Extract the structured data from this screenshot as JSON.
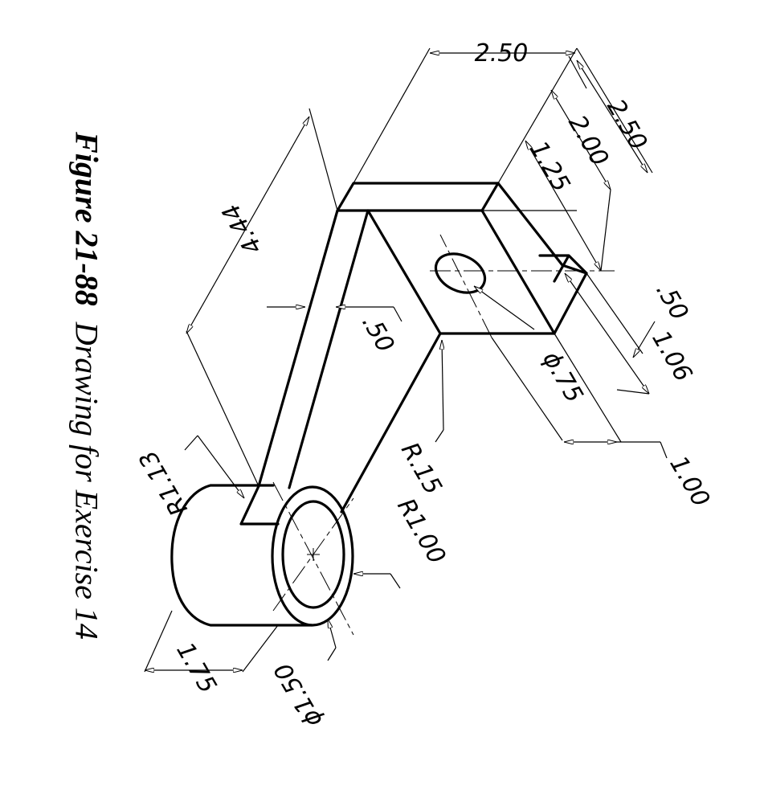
{
  "caption": {
    "figure_number": "Figure 21-88",
    "text": "Drawing for Exercise 14"
  },
  "dimensions": {
    "d_2_50_top": "2.50",
    "d_2_50_side": "2.50",
    "d_2_00": "2.00",
    "d_1_25": "1.25",
    "d_0_50_side": ".50",
    "d_1_06": "1.06",
    "d_1_00": "1.00",
    "d_dia_0_75": "ϕ.75",
    "d_4_44": "4.44",
    "d_0_50_arm": ".50",
    "d_r_0_15": "R.15",
    "d_r_1_00": "R1.00",
    "d_r_1_13": "R1.13",
    "d_1_75": "1.75",
    "d_dia_1_50": "ϕ1.50"
  }
}
